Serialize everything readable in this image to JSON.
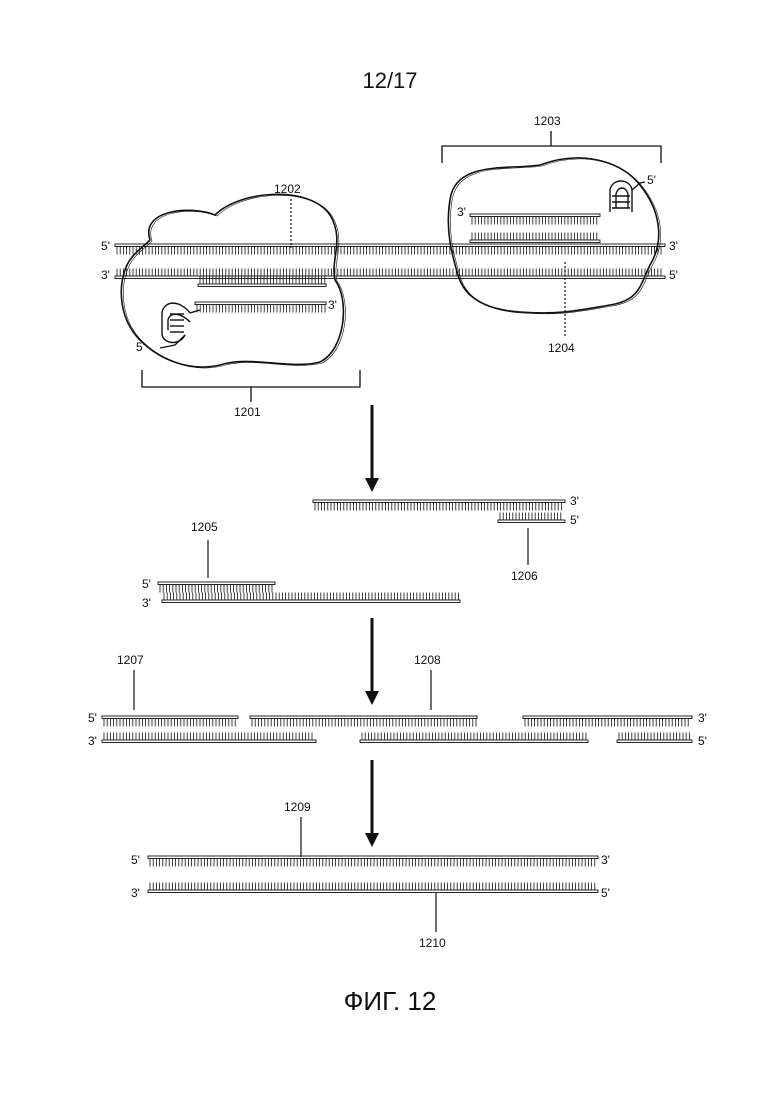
{
  "header": {
    "page_number": "12/17"
  },
  "caption": {
    "figure_label": "ФИГ. 12"
  },
  "labels": {
    "l1201": "1201",
    "l1202": "1202",
    "l1203": "1203",
    "l1204": "1204",
    "l1205": "1205",
    "l1206": "1206",
    "l1207": "1207",
    "l1208": "1208",
    "l1209": "1209",
    "l1210": "1210"
  },
  "ends": {
    "five_prime": "5'",
    "three_prime": "3'"
  }
}
